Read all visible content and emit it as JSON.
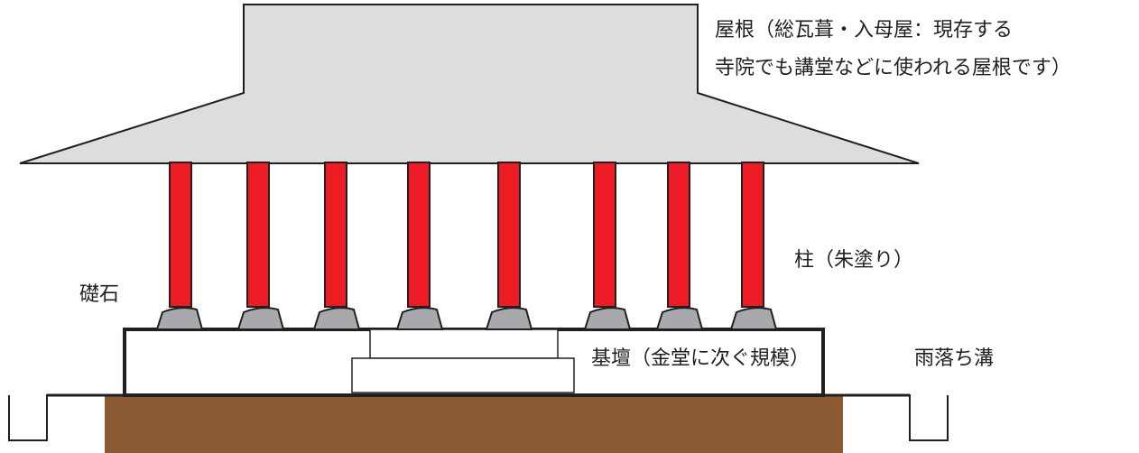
{
  "labels": {
    "roof_line1": "屋根（総瓦葺・入母屋：現存する",
    "roof_line2": "寺院でも講堂などに使われる屋根です）",
    "pillar": "柱（朱塗り）",
    "base_stone": "礎石",
    "platform": "基壇（金堂に次ぐ規模）",
    "drain": "雨落ち溝"
  },
  "colors": {
    "roof": "#dcdddd",
    "pillar": "#ed1c24",
    "stone": "#a7a9ac",
    "earth": "#8b5a32",
    "outline": "#231f20"
  },
  "pillar_count": 8
}
